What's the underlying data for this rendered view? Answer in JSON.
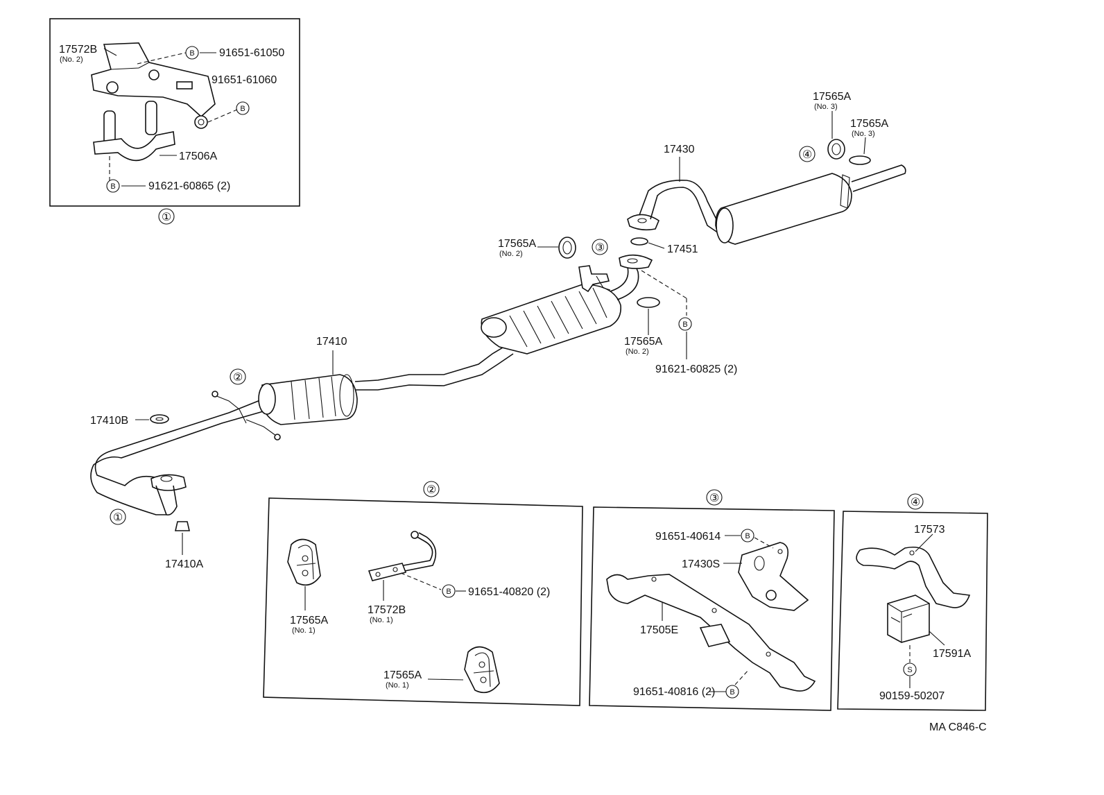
{
  "callouts": {
    "c1": "①",
    "c2": "②",
    "c3": "③",
    "c4": "④",
    "b": "B",
    "s": "S"
  },
  "labels": {
    "p17572B_no2": "17572B",
    "no2": "(No. 2)",
    "no1": "(No. 1)",
    "no3": "(No. 3)",
    "p91651_61050": "91651-61050",
    "p91651_61060": "91651-61060",
    "p17506A": "17506A",
    "p91621_60865": "91621-60865 (2)",
    "p17430": "17430",
    "p17565A": "17565A",
    "p17451": "17451",
    "p17410": "17410",
    "p17410B": "17410B",
    "p17410A": "17410A",
    "p91621_60825": "91621-60825 (2)",
    "p17572B": "17572B",
    "p91651_40820": "91651-40820 (2)",
    "p91651_40614": "91651-40614",
    "p17430S": "17430S",
    "p17505E": "17505E",
    "p91651_40816": "91651-40816 (2)",
    "p17573": "17573",
    "p17591A": "17591A",
    "p90159_50207": "90159-50207",
    "code": "MA C846-C"
  }
}
